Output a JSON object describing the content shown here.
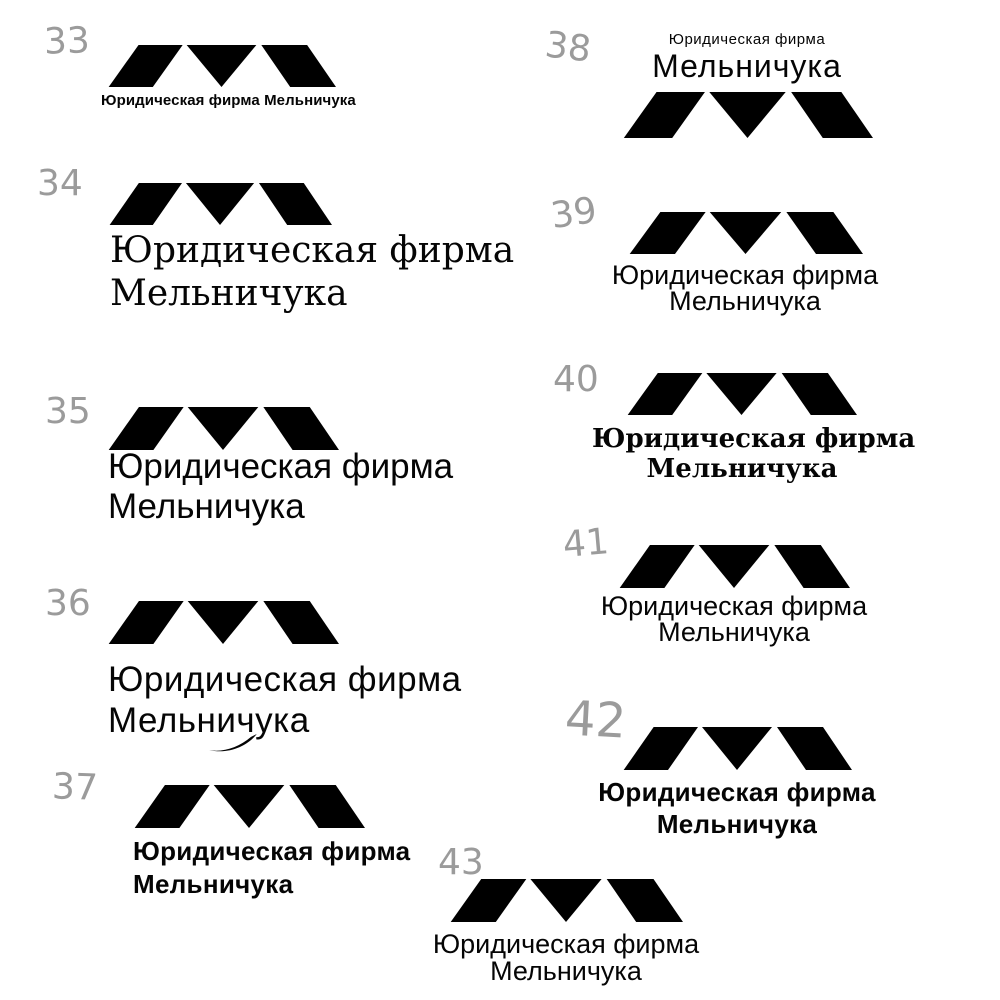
{
  "sheet": {
    "description_numbers_style": "handwritten",
    "icon": "mountain-m-monogram-icon"
  },
  "colors": {
    "background": "#ffffff",
    "logo_mark": "#040404",
    "wordmark_text": "#050505",
    "variant_number": "#9b9b9b"
  },
  "variants": [
    {
      "number": "33",
      "line1": "Юридическая фирма Мельничука"
    },
    {
      "number": "34",
      "line1": "Юридическая фирма",
      "line2": "Мельничука"
    },
    {
      "number": "35",
      "line1": "Юридическая фирма",
      "line2": "Мельничука"
    },
    {
      "number": "36",
      "line1": "Юридическая фирма",
      "line2": "Мельничука"
    },
    {
      "number": "37",
      "line1": "Юридическая фирма",
      "line2": "Мельничука"
    },
    {
      "number": "38",
      "line1": "Юридическая фирма",
      "line2": "Мельничука"
    },
    {
      "number": "39",
      "line1": "Юридическая фирма",
      "line2": "Мельничука"
    },
    {
      "number": "40",
      "line1": "Юридическая фирма",
      "line2": "Мельничука"
    },
    {
      "number": "41",
      "line1": "Юридическая фирма",
      "line2": "Мельничука"
    },
    {
      "number": "42",
      "line1": "Юридическая фирма",
      "line2": "Мельничука"
    },
    {
      "number": "43",
      "line1": "Юридическая фирма",
      "line2": "Мельничука"
    }
  ]
}
